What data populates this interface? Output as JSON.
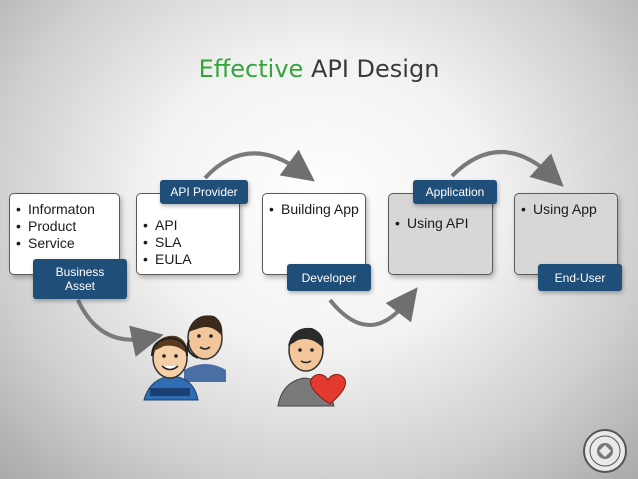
{
  "title": {
    "accent": "Effective",
    "rest": " API Design"
  },
  "stages": [
    {
      "items": [
        "Informaton",
        "Product",
        "Service"
      ],
      "label": "Business Asset"
    },
    {
      "items": [
        "API",
        "SLA",
        "EULA"
      ],
      "label": "API Provider"
    },
    {
      "items": [
        "Building App"
      ],
      "label": "Developer"
    },
    {
      "items": [
        "Using API"
      ],
      "label": "Application"
    },
    {
      "items": [
        "Using App"
      ],
      "label": "End-User"
    }
  ],
  "icons": [
    "curved-arrow-icon",
    "call-center-agents-icon",
    "developer-heart-icon",
    "seal-logo"
  ],
  "colors": {
    "title_accent": "#33a53a",
    "label_bg": "#1f4e79",
    "gray_card": "#d7d7d7"
  }
}
